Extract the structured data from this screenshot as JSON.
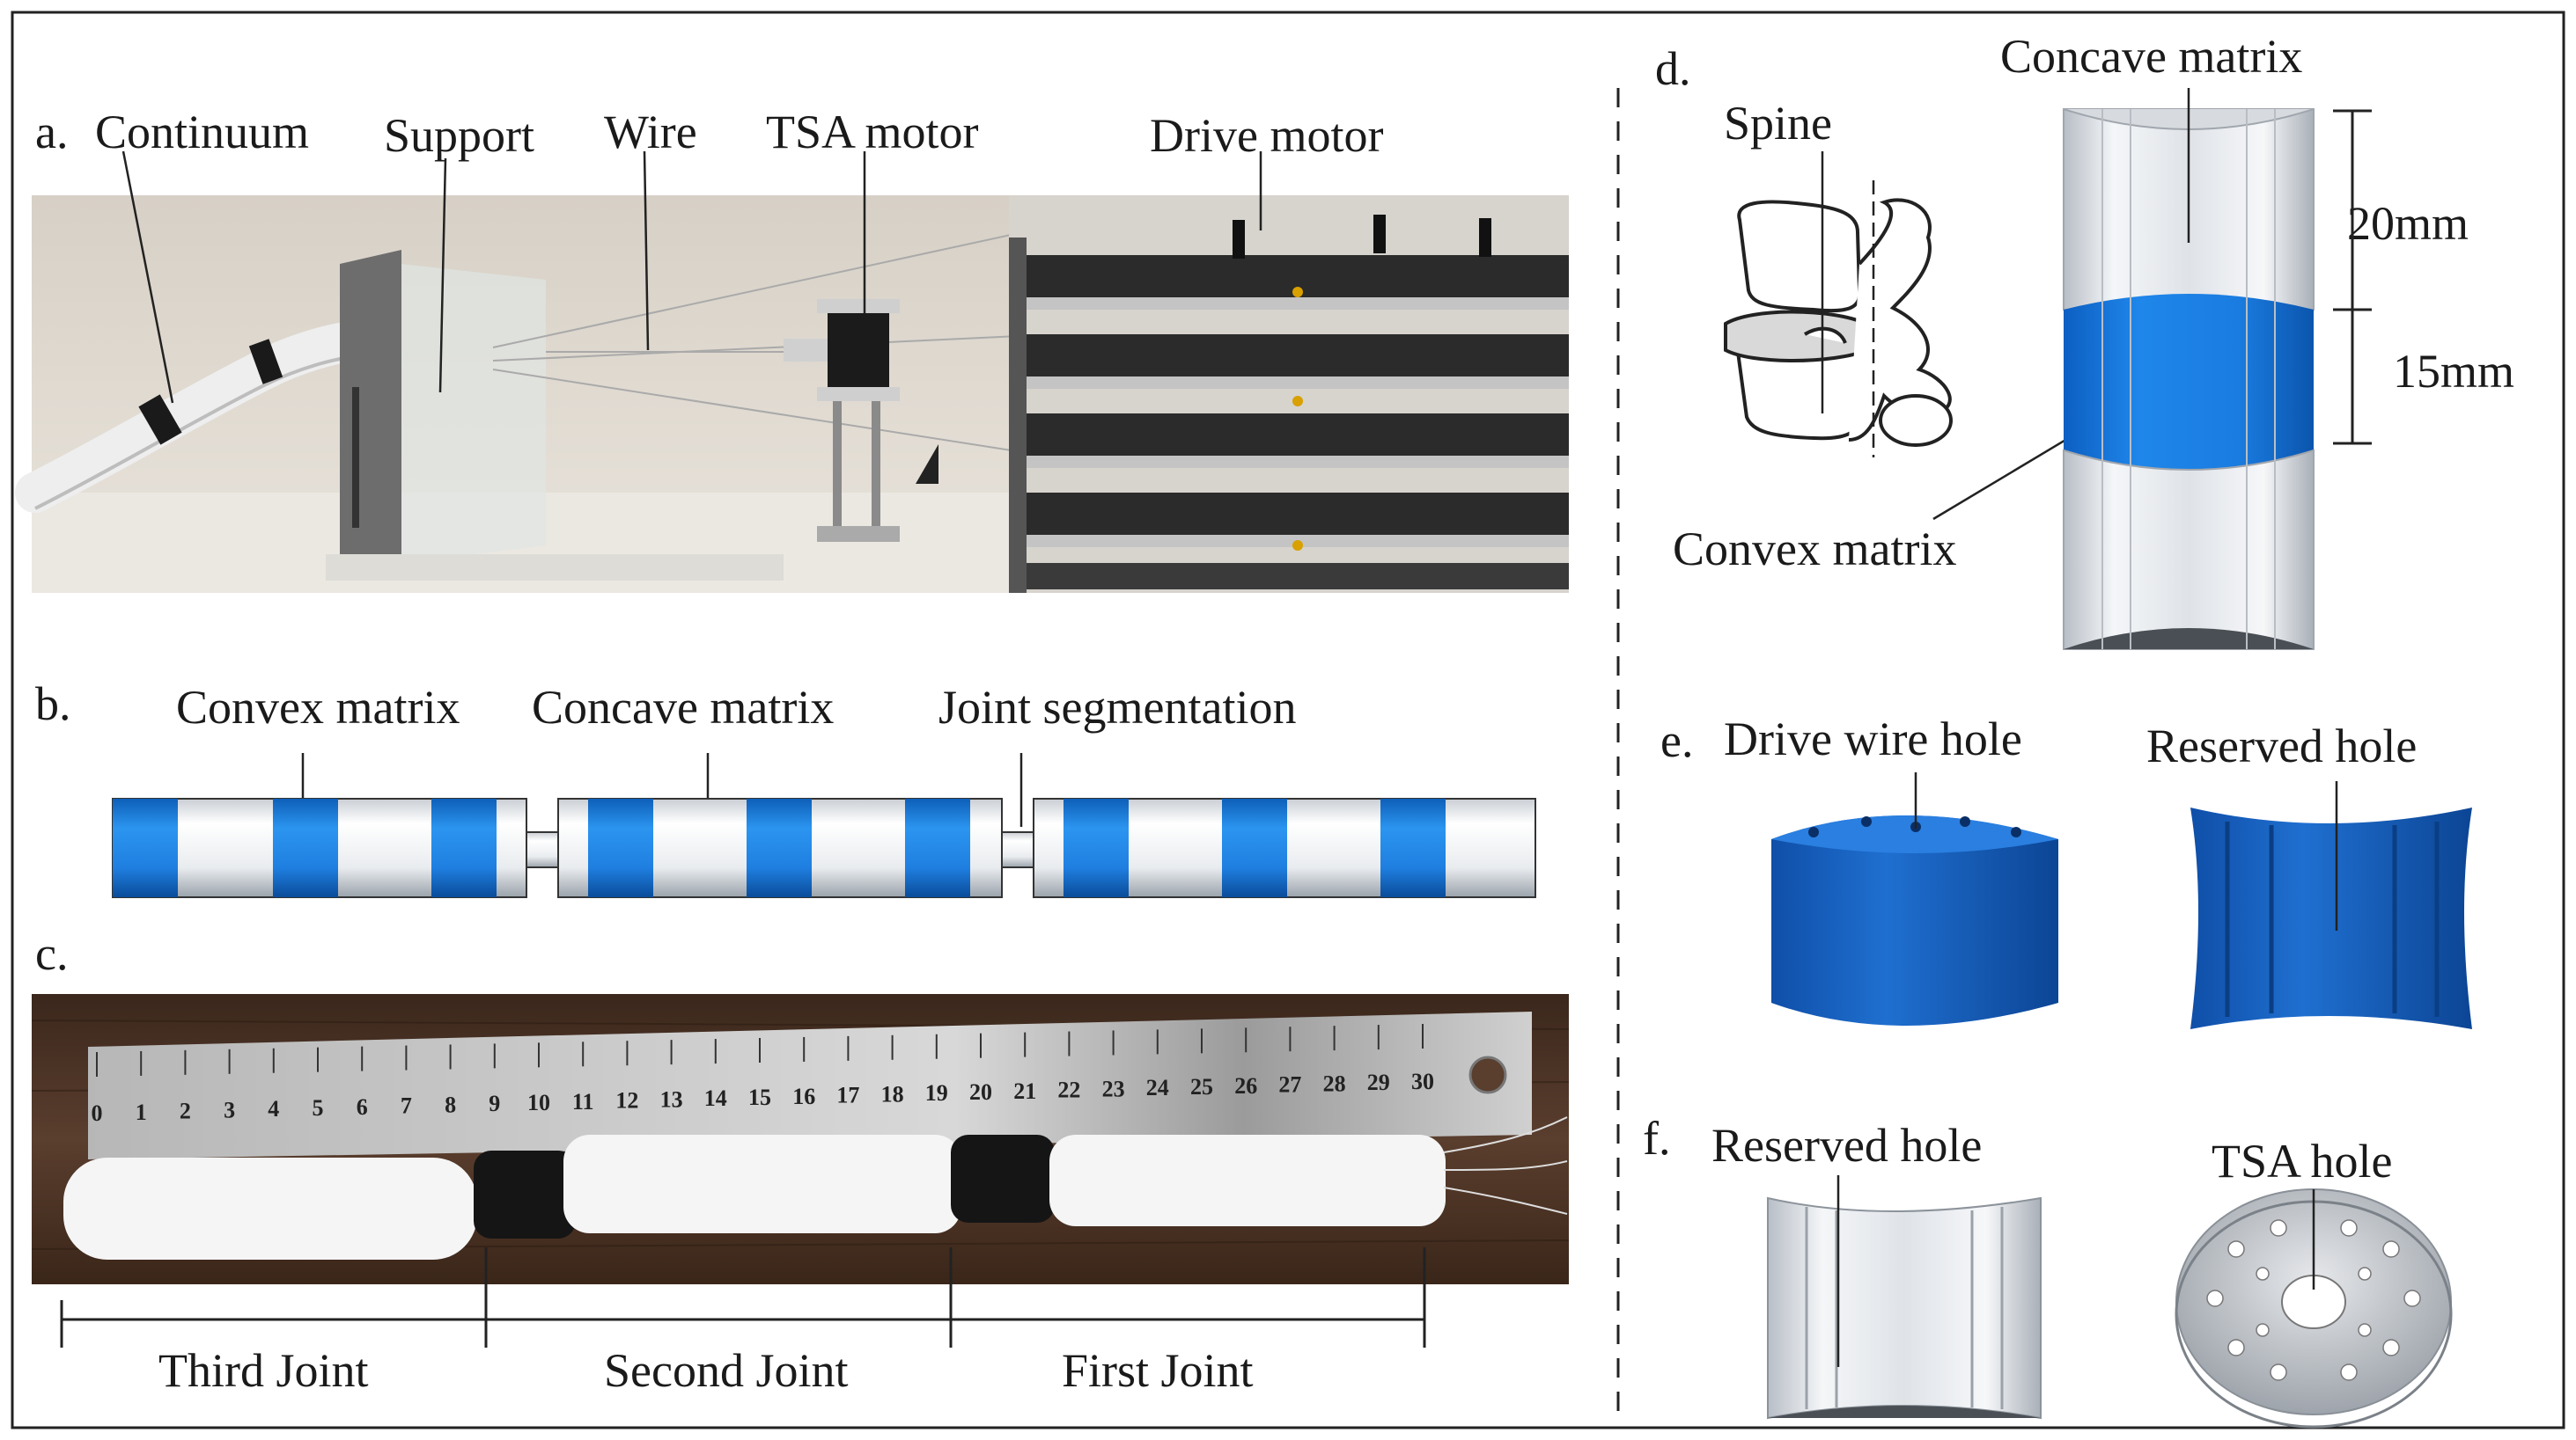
{
  "panels": {
    "a": {
      "letter": "a.",
      "labels": {
        "continuum": "Continuum",
        "support": "Support",
        "wire": "Wire",
        "tsa_motor": "TSA motor",
        "drive_motor": "Drive motor"
      }
    },
    "b": {
      "letter": "b.",
      "labels": {
        "convex": "Convex matrix",
        "concave": "Concave matrix",
        "joint_seg": "Joint segmentation"
      }
    },
    "c": {
      "letter": "c.",
      "ruler_ticks": [
        "0",
        "1",
        "2",
        "3",
        "4",
        "5",
        "6",
        "7",
        "8",
        "9",
        "10",
        "11",
        "12",
        "13",
        "14",
        "15",
        "16",
        "17",
        "18",
        "19",
        "20",
        "21",
        "22",
        "23",
        "24",
        "25",
        "26",
        "27",
        "28",
        "29",
        "30"
      ],
      "joints": {
        "third": "Third Joint",
        "second": "Second Joint",
        "first": "First Joint"
      }
    },
    "d": {
      "letter": "d.",
      "labels": {
        "spine": "Spine",
        "concave": "Concave matrix",
        "convex": "Convex matrix",
        "dim_top": "20mm",
        "dim_mid": "15mm"
      }
    },
    "e": {
      "letter": "e.",
      "labels": {
        "drive_hole": "Drive wire hole",
        "reserved": "Reserved hole"
      }
    },
    "f": {
      "letter": "f.",
      "labels": {
        "reserved": "Reserved hole",
        "tsa_hole": "TSA hole"
      }
    }
  },
  "colors": {
    "blue": "#1f7fe0",
    "dark_blue": "#1d5fc0",
    "white_segment": "#f4f6f8",
    "wood": "#4a3326",
    "steel": "#c9c9c9"
  }
}
